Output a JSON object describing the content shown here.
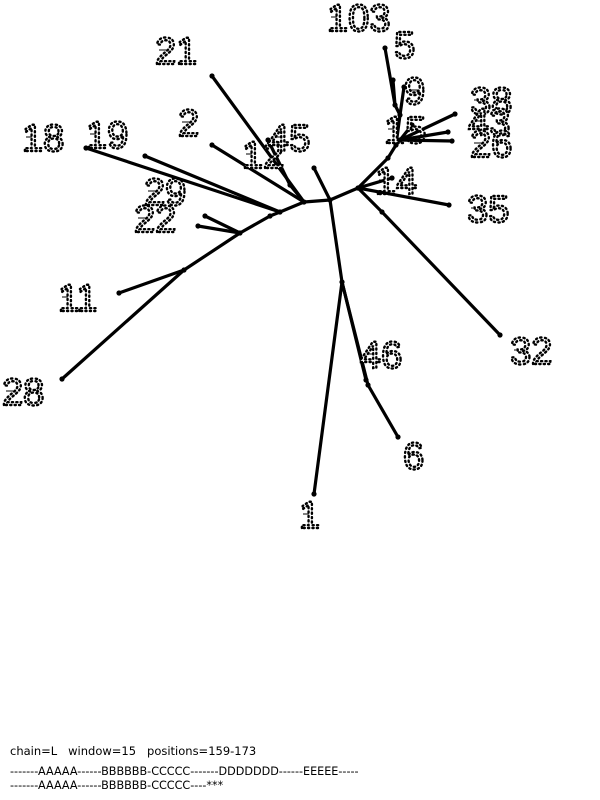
{
  "tree": {
    "leaf_labels": [
      "103",
      "5",
      "9",
      "38",
      "15",
      "43",
      "26",
      "14",
      "35",
      "32",
      "46",
      "6",
      "1",
      "28",
      "11",
      "22",
      "29",
      "18",
      "19",
      "2",
      "21",
      "12",
      "45"
    ]
  },
  "footer": {
    "params": "chain=L   window=15   positions=159-173",
    "alignment_line_1": "-------AAAAA------BBBBBB-CCCCC-------DDDDDDD------EEEEE-----",
    "alignment_line_2": "-------AAAAA------BBBBBB-CCCCC----***"
  }
}
